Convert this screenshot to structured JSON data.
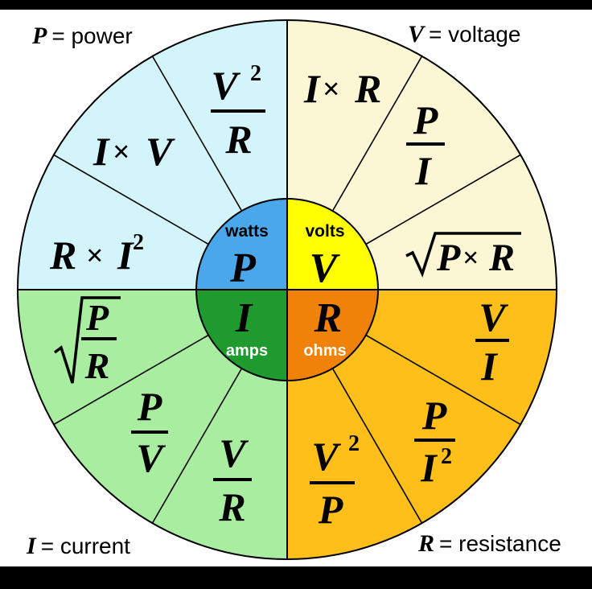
{
  "corners": {
    "power": {
      "symbol": "P",
      "text": "= power"
    },
    "voltage": {
      "symbol": "V",
      "text": "= voltage"
    },
    "current": {
      "symbol": "I",
      "text": "= current"
    },
    "resistance": {
      "symbol": "R",
      "text": "= resistance"
    }
  },
  "center": {
    "power": {
      "unit": "watts",
      "symbol": "P"
    },
    "voltage": {
      "unit": "volts",
      "symbol": "V"
    },
    "current": {
      "unit": "amps",
      "symbol": "I"
    },
    "resistance": {
      "unit": "ohms",
      "symbol": "R"
    }
  },
  "formulas": {
    "power": {
      "a": "V²/R",
      "b": "I×V",
      "c": "R×I²"
    },
    "voltage": {
      "a": "I×R",
      "b": "P/I",
      "c": "√(P×R)"
    },
    "current": {
      "a": "√(P/R)",
      "b": "P/V",
      "c": "V/R"
    },
    "resistance": {
      "a": "V/I",
      "b": "P/I²",
      "c": "V²/P"
    }
  },
  "glyphs": {
    "times": "×",
    "sq": "2",
    "slash": "/"
  },
  "colors": {
    "power_outer": "#d4f4fb",
    "power_center": "#4aa8ea",
    "voltage_outer": "#fbf6d4",
    "voltage_center": "#ffff00",
    "current_outer": "#a9eda0",
    "current_center": "#1f9a2e",
    "resistance_outer": "#ffbf1a",
    "resistance_center": "#f0820a"
  }
}
